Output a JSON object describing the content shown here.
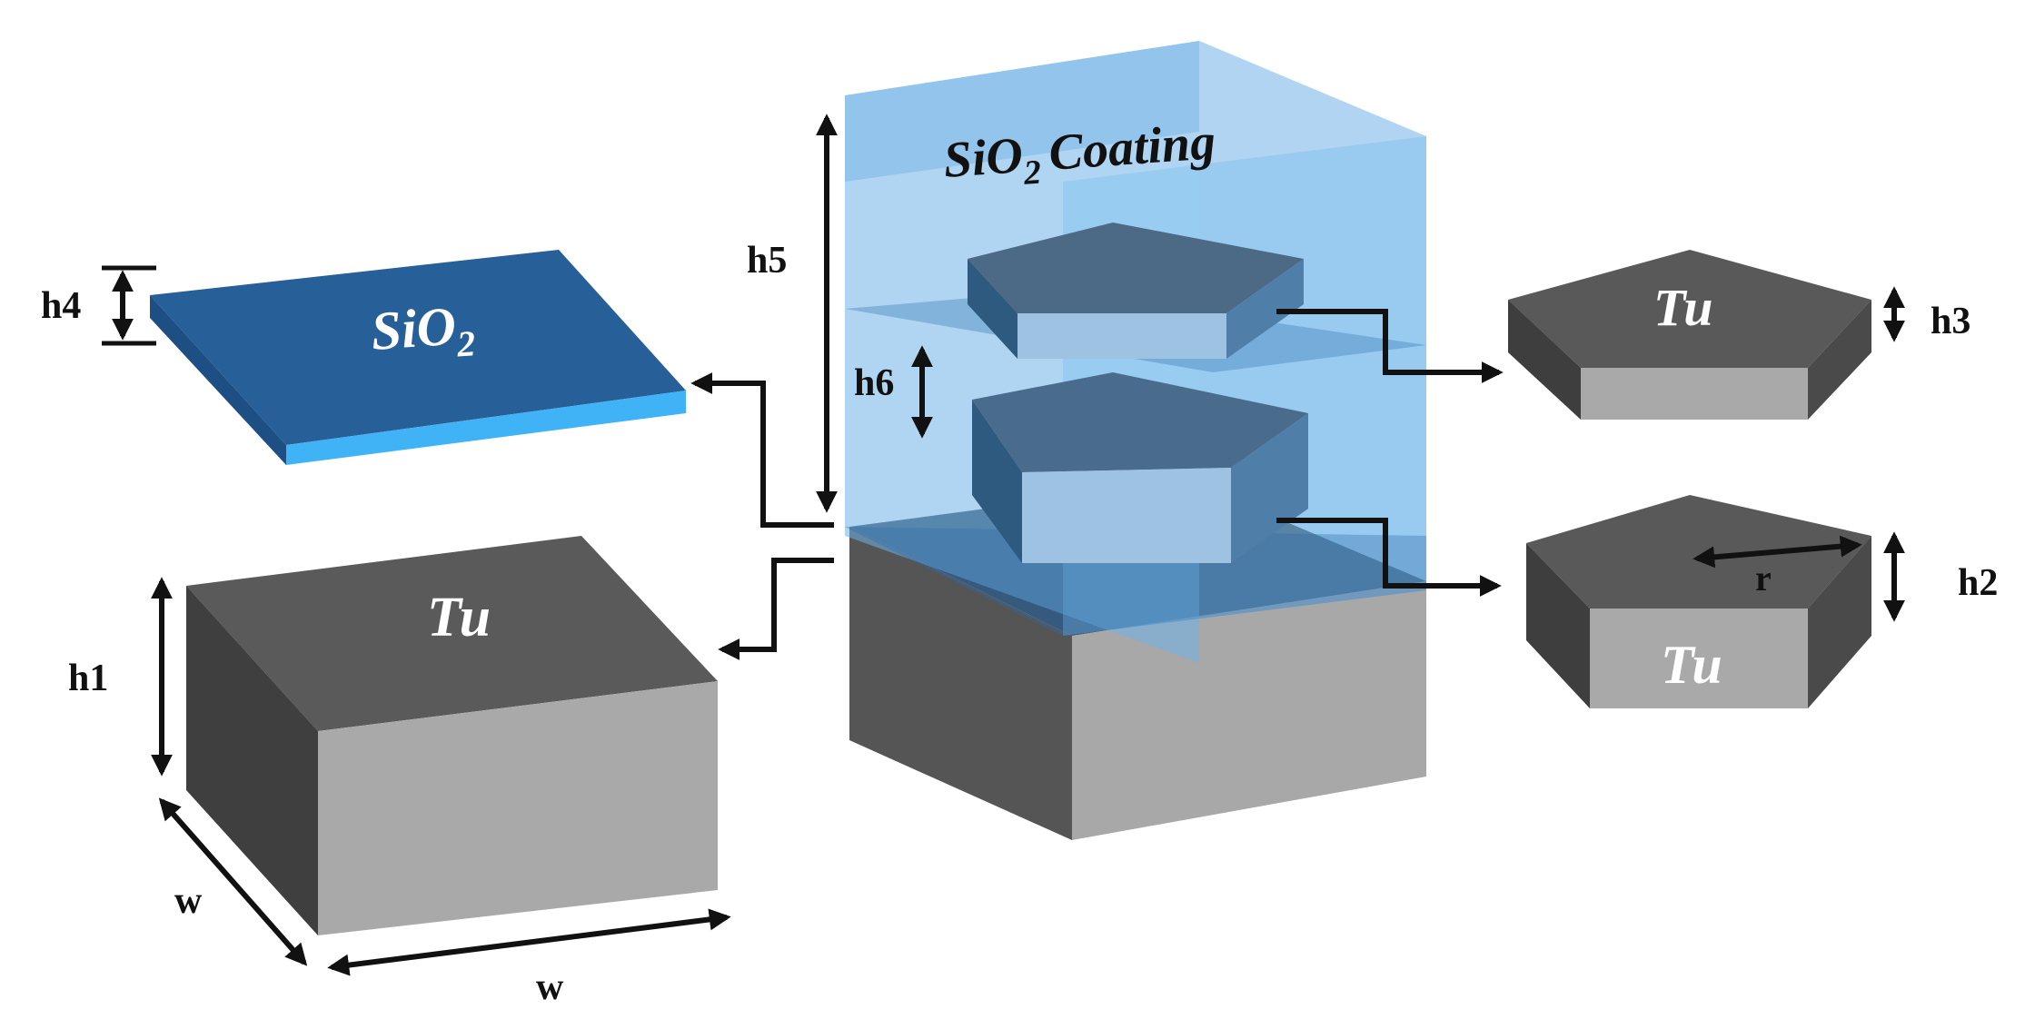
{
  "labels": {
    "coating_si": "SiO",
    "coating_sub": "2",
    "coating_word": "Coating",
    "slab_si": "SiO",
    "slab_sub": "2",
    "tu_base": "Tu",
    "tu_top_pent": "Tu",
    "tu_bottom_pent": "Tu",
    "h1": "h1",
    "h2": "h2",
    "h3": "h3",
    "h4": "h4",
    "h5": "h5",
    "h6": "h6",
    "w_depth": "w",
    "w_width": "w",
    "r": "r"
  },
  "colors": {
    "coating": "#5aa8e6",
    "slab_top": "#275f99",
    "slab_edge": "#3fb3f5",
    "tu_dark": "#4a4a4a",
    "tu_mid": "#5e5e5e",
    "tu_light": "#a9a9a9",
    "arrow": "#111111"
  }
}
